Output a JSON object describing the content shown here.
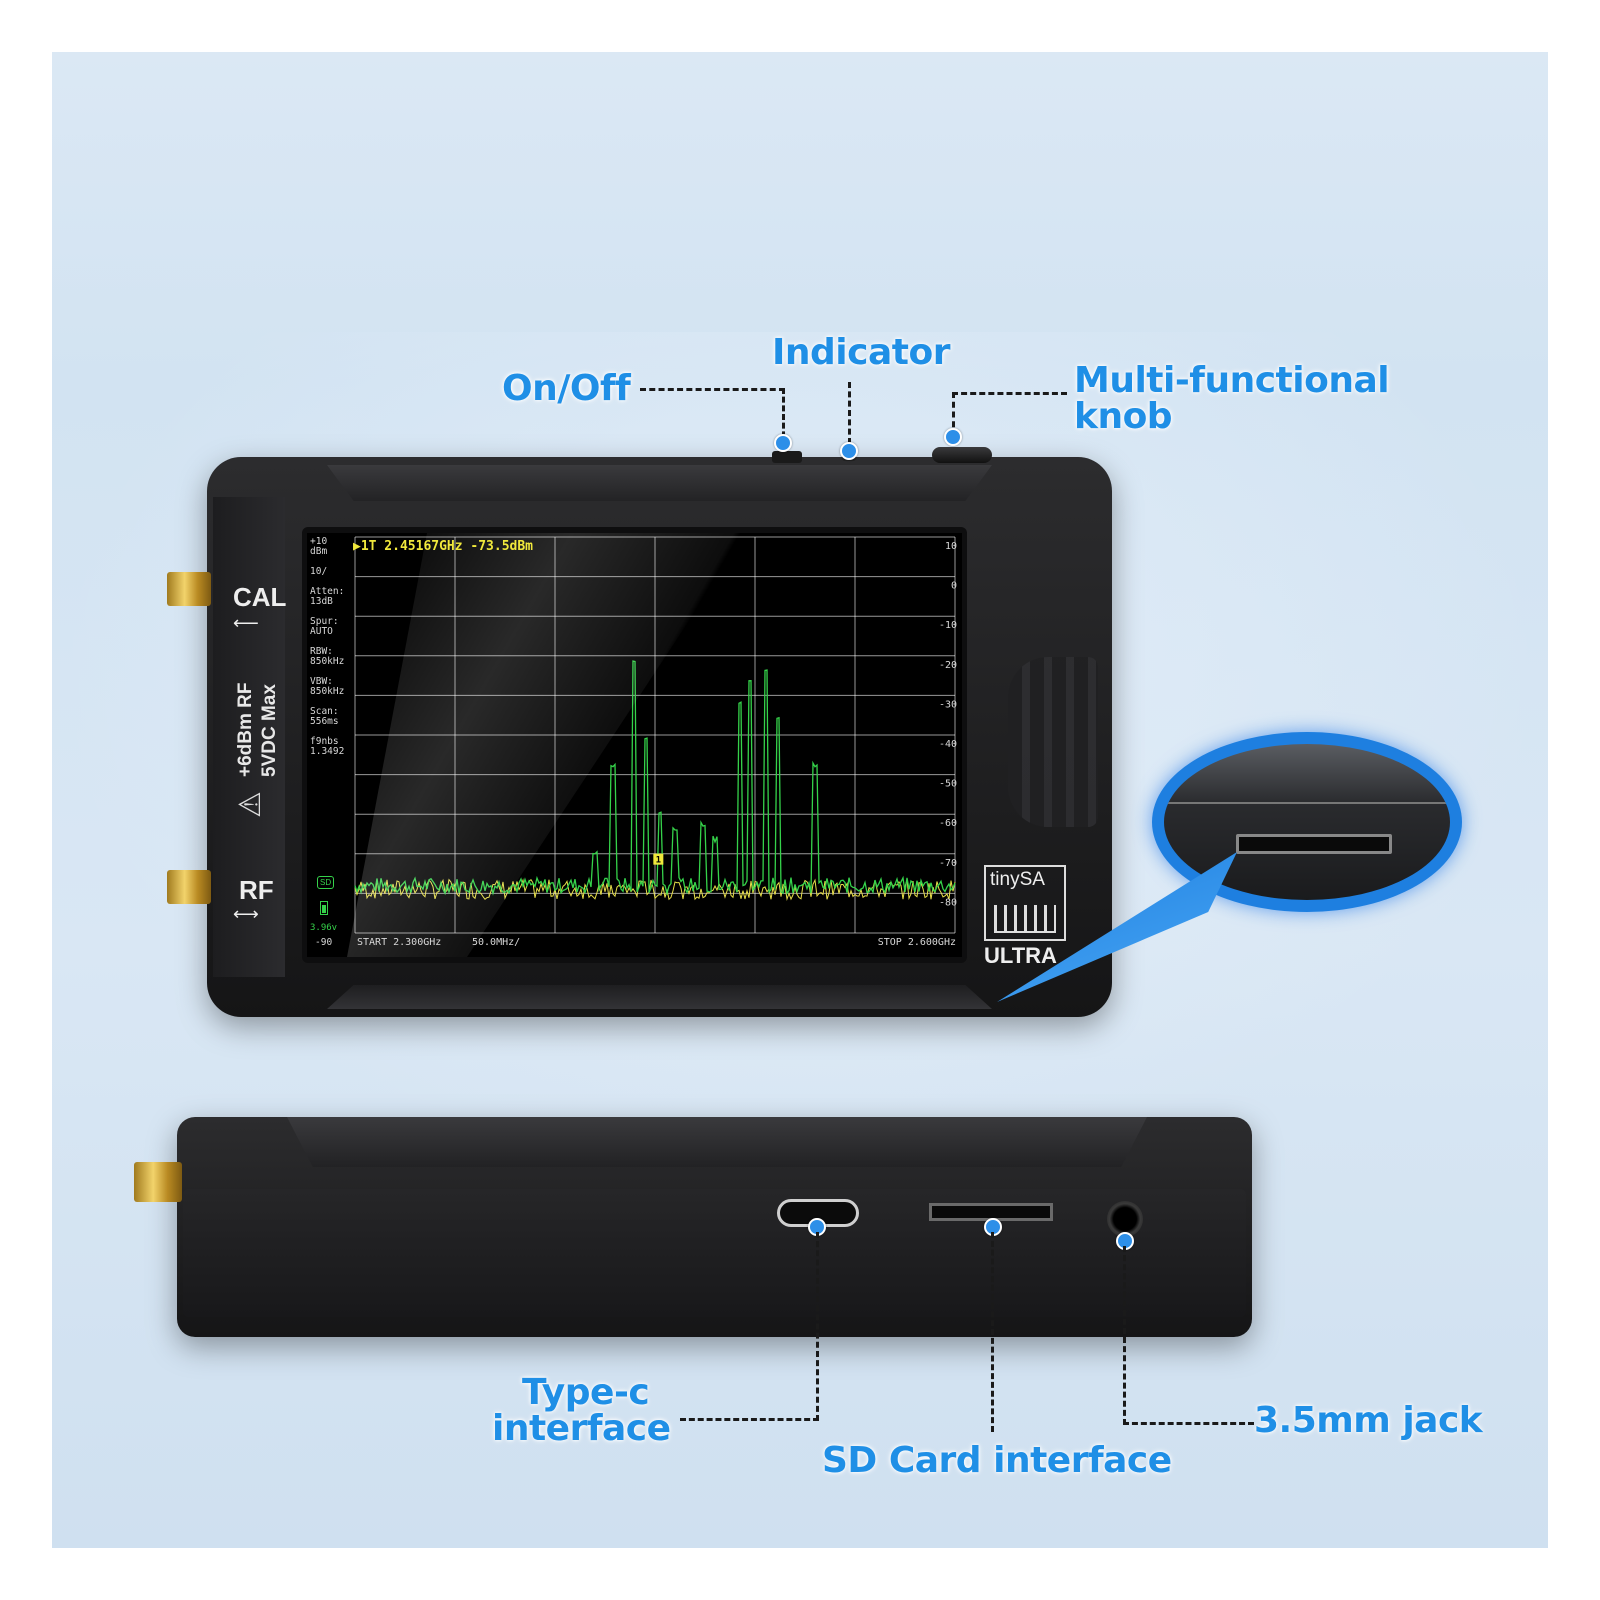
{
  "callouts": {
    "on_off": "On/Off",
    "indicator": "Indicator",
    "knob_line1": "Multi-functional",
    "knob_line2": "knob",
    "typec_line1": "Type-c",
    "typec_line2": "interface",
    "sd_card": "SD Card interface",
    "jack": "3.5mm jack"
  },
  "device": {
    "cal_label": "CAL",
    "rf_label": "RF",
    "spec_line1": "+6dBm RF",
    "spec_line2": "5VDC Max",
    "brand": "tinySA",
    "model": "ULTRA",
    "warning_glyph": "⚠"
  },
  "screen": {
    "marker_readout": "▶1T 2.45167GHz -73.5dBm",
    "marker_label": "1",
    "side_top": "+10",
    "side_unit": "dBm",
    "side_scale": "10/",
    "side_params": [
      {
        "label": "Atten:",
        "value": "13dB"
      },
      {
        "label": "Spur:",
        "value": "AUTO"
      },
      {
        "label": "RBW:",
        "value": "850kHz"
      },
      {
        "label": "VBW:",
        "value": "850kHz"
      },
      {
        "label": "Scan:",
        "value": "556ms"
      },
      {
        "label": "f9nbs",
        "value": "1.3492"
      }
    ],
    "sd_badge": "SD",
    "battery_voltage": "3.96v",
    "side_bottom": "-90",
    "start": "START 2.300GHz",
    "per_div": "50.0MHz/",
    "stop": "STOP 2.600GHz",
    "colors": {
      "grid": "#ffffff",
      "trace_green": "#35d24a",
      "trace_yellow": "#e8e04a",
      "text_yellow": "#f0e83c"
    }
  },
  "chart_data": {
    "type": "line",
    "x_start_ghz": 2.3,
    "x_stop_ghz": 2.6,
    "y_range": [
      -90,
      10
    ],
    "y_tick_labels": [
      "10",
      "0",
      "-10",
      "-20",
      "-30",
      "-40",
      "-50",
      "-60",
      "-70",
      "-80"
    ],
    "peaks": [
      {
        "x_ghz": 2.42,
        "y_dbm": -70
      },
      {
        "x_ghz": 2.429,
        "y_dbm": -48
      },
      {
        "x_ghz": 2.4395,
        "y_dbm": -22
      },
      {
        "x_ghz": 2.4455,
        "y_dbm": -41
      },
      {
        "x_ghz": 2.4525,
        "y_dbm": -60
      },
      {
        "x_ghz": 2.46,
        "y_dbm": -64
      },
      {
        "x_ghz": 2.474,
        "y_dbm": -63
      },
      {
        "x_ghz": 2.48,
        "y_dbm": -67
      },
      {
        "x_ghz": 2.4925,
        "y_dbm": -32
      },
      {
        "x_ghz": 2.4975,
        "y_dbm": -27
      },
      {
        "x_ghz": 2.5055,
        "y_dbm": -24
      },
      {
        "x_ghz": 2.5115,
        "y_dbm": -36
      },
      {
        "x_ghz": 2.53,
        "y_dbm": -48
      }
    ],
    "noise_floor_dbm": -78,
    "marker": {
      "x_ghz": 2.45167,
      "y_dbm": -73.5
    }
  }
}
